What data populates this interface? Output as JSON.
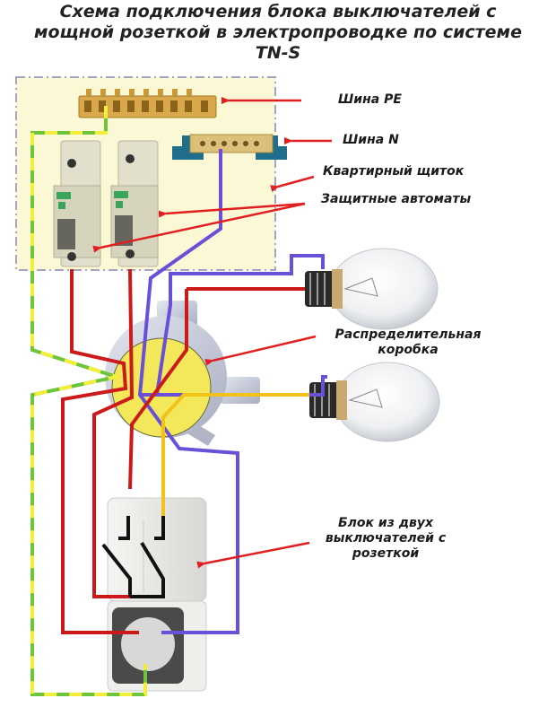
{
  "title": {
    "line1": "Схема подключения блока выключателей с",
    "line2": "мощной розеткой в электропроводке по системе",
    "line3": "TN-S"
  },
  "labels": {
    "pe_bus": "Шина PE",
    "n_bus": "Шина N",
    "panel": "Квартирный щиток",
    "breakers": "Защитные автоматы",
    "junction_box_1": "Распределительная",
    "junction_box_2": "коробка",
    "switch_block_1": "Блок из двух",
    "switch_block_2": "выключателей с",
    "switch_block_3": "розеткой"
  },
  "wire_colors": {
    "phase": "#cc1a1a",
    "neutral": "#6a4fd8",
    "earth_green": "#6ec43a",
    "earth_yellow": "#f2ee3a",
    "switched_lamp2": "#f2c21a",
    "arrow": "#e02020",
    "panel_fill": "#fbf8d6",
    "junction_fill": "#f2e85a"
  },
  "components": {
    "breakers": 2,
    "lamps": 2,
    "switch_keys": 2
  }
}
